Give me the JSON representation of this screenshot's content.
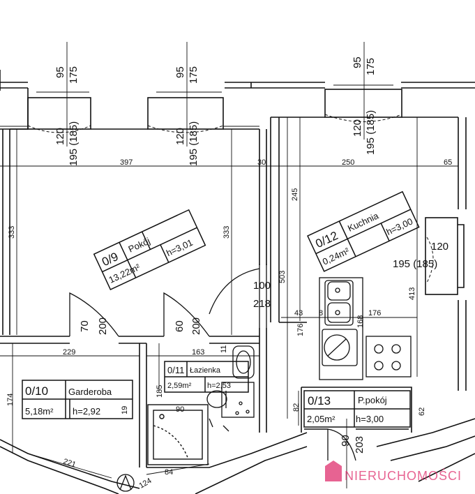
{
  "rooms": [
    {
      "id": "0/9",
      "name": "Pokój",
      "area": "13,22m²",
      "height": "h=3,01"
    },
    {
      "id": "0/12",
      "name": "Kuchnia",
      "area": "0,24m²",
      "height": "h=3,00"
    },
    {
      "id": "0/10",
      "name": "Garderoba",
      "area": "5,18m²",
      "height": "h=2,92"
    },
    {
      "id": "0/11",
      "name": "Łazienka",
      "area": "2,59m²",
      "height": "h=2,53"
    },
    {
      "id": "0/13",
      "name": "P.pokój",
      "area": "2,05m²",
      "height": "h=3,00"
    }
  ],
  "dimensions": {
    "win1_w": "95",
    "win1_h": "175",
    "win1_sill": "120",
    "win1_low": "195 (185)",
    "win2_w": "95",
    "win2_h": "175",
    "win2_sill": "120",
    "win2_low": "195 (185)",
    "win3_w": "95",
    "win3_h": "175",
    "win3_sill": "120",
    "win3_low": "195 (185)",
    "win4_sill": "120",
    "win4_low": "195 (185)",
    "top_397": "397",
    "top_30": "30",
    "top_250": "250",
    "top_65": "65",
    "left_333": "333",
    "mid_333": "333",
    "k_245": "245",
    "k_503": "503",
    "k_413": "413",
    "door_100": "100",
    "door_218": "218",
    "d1_70": "70",
    "d1_200": "200",
    "d2_60": "60",
    "d2_200": "200",
    "s_229": "229",
    "s_163": "163",
    "s_11": "11",
    "s_43": "43",
    "s_8": "8",
    "s_176": "176",
    "s_176v": "176",
    "s_168": "168",
    "g_174": "174",
    "b_185": "185",
    "b_90": "90",
    "b_84": "84",
    "b_124": "124",
    "b_221": "221",
    "p_82": "82",
    "p_62": "62",
    "p_90": "90",
    "p_203": "203",
    "g_19": "19"
  },
  "watermark": "NIERUCHOMOŚCI",
  "colors": {
    "line": "#111111",
    "watermark": "#e0306e"
  }
}
